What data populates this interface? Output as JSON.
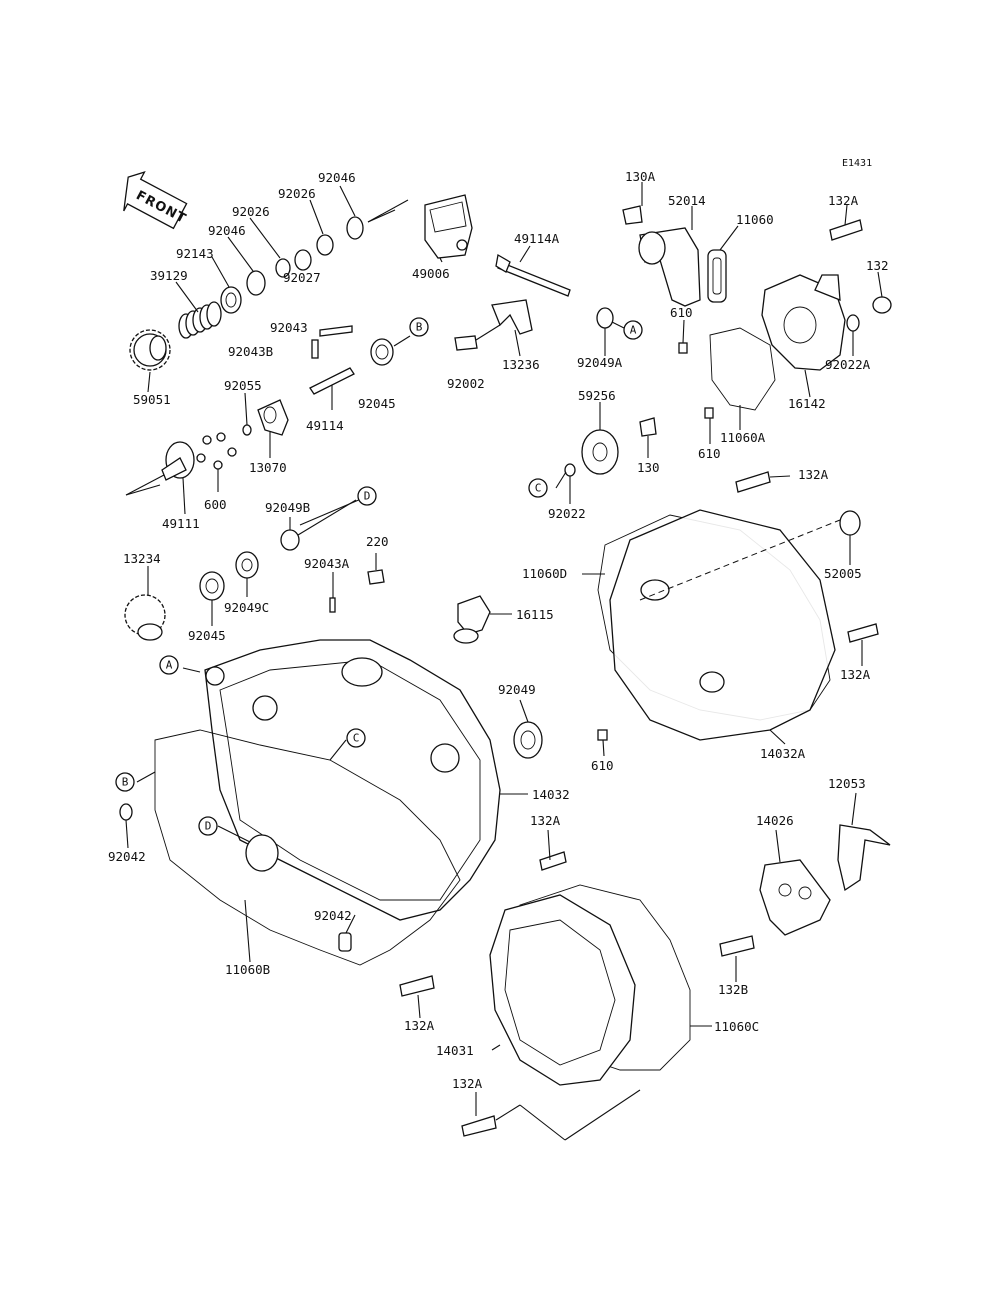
{
  "diagram_ref": "E1431",
  "front_label": "FRONT",
  "part_labels": [
    {
      "id": "l-92046-a",
      "text": "92046"
    },
    {
      "id": "l-92026-a",
      "text": "92026"
    },
    {
      "id": "l-92026-b",
      "text": "92026"
    },
    {
      "id": "l-92046-b",
      "text": "92046"
    },
    {
      "id": "l-92143",
      "text": "92143"
    },
    {
      "id": "l-39129",
      "text": "39129"
    },
    {
      "id": "l-92027",
      "text": "92027"
    },
    {
      "id": "l-49006",
      "text": "49006"
    },
    {
      "id": "l-49114A",
      "text": "49114A"
    },
    {
      "id": "l-130A",
      "text": "130A"
    },
    {
      "id": "l-52014",
      "text": "52014"
    },
    {
      "id": "l-11060",
      "text": "11060"
    },
    {
      "id": "l-132A-a",
      "text": "132A"
    },
    {
      "id": "l-132",
      "text": "132"
    },
    {
      "id": "l-92043",
      "text": "92043"
    },
    {
      "id": "l-92043B",
      "text": "92043B"
    },
    {
      "id": "l-59051",
      "text": "59051"
    },
    {
      "id": "l-92045-a",
      "text": "92045"
    },
    {
      "id": "l-92002",
      "text": "92002"
    },
    {
      "id": "l-13236",
      "text": "13236"
    },
    {
      "id": "l-92049A",
      "text": "92049A"
    },
    {
      "id": "l-610-a",
      "text": "610"
    },
    {
      "id": "l-92022A",
      "text": "92022A"
    },
    {
      "id": "l-16142",
      "text": "16142"
    },
    {
      "id": "l-92055",
      "text": "92055"
    },
    {
      "id": "l-49114",
      "text": "49114"
    },
    {
      "id": "l-13070",
      "text": "13070"
    },
    {
      "id": "l-59256",
      "text": "59256"
    },
    {
      "id": "l-130",
      "text": "130"
    },
    {
      "id": "l-11060A",
      "text": "11060A"
    },
    {
      "id": "l-610-b",
      "text": "610"
    },
    {
      "id": "l-600",
      "text": "600"
    },
    {
      "id": "l-49111",
      "text": "49111"
    },
    {
      "id": "l-92049B",
      "text": "92049B"
    },
    {
      "id": "l-220",
      "text": "220"
    },
    {
      "id": "l-92022",
      "text": "92022"
    },
    {
      "id": "l-132A-b",
      "text": "132A"
    },
    {
      "id": "l-13234",
      "text": "13234"
    },
    {
      "id": "l-92043A",
      "text": "92043A"
    },
    {
      "id": "l-92049C",
      "text": "92049C"
    },
    {
      "id": "l-92045-b",
      "text": "92045"
    },
    {
      "id": "l-16115",
      "text": "16115"
    },
    {
      "id": "l-11060D",
      "text": "11060D"
    },
    {
      "id": "l-52005",
      "text": "52005"
    },
    {
      "id": "l-132A-c",
      "text": "132A"
    },
    {
      "id": "l-92049",
      "text": "92049"
    },
    {
      "id": "l-610-c",
      "text": "610"
    },
    {
      "id": "l-14032A",
      "text": "14032A"
    },
    {
      "id": "l-14032",
      "text": "14032"
    },
    {
      "id": "l-92042-a",
      "text": "92042"
    },
    {
      "id": "l-132A-d",
      "text": "132A"
    },
    {
      "id": "l-12053",
      "text": "12053"
    },
    {
      "id": "l-14026",
      "text": "14026"
    },
    {
      "id": "l-92042-b",
      "text": "92042"
    },
    {
      "id": "l-11060B",
      "text": "11060B"
    },
    {
      "id": "l-132B",
      "text": "132B"
    },
    {
      "id": "l-132A-e",
      "text": "132A"
    },
    {
      "id": "l-14031",
      "text": "14031"
    },
    {
      "id": "l-11060C",
      "text": "11060C"
    },
    {
      "id": "l-132A-f",
      "text": "132A"
    }
  ],
  "callouts": {
    "a1": "A",
    "a2": "A",
    "b1": "B",
    "b2": "B",
    "c1": "C",
    "c2": "C",
    "d1": "D",
    "d2": "D"
  }
}
